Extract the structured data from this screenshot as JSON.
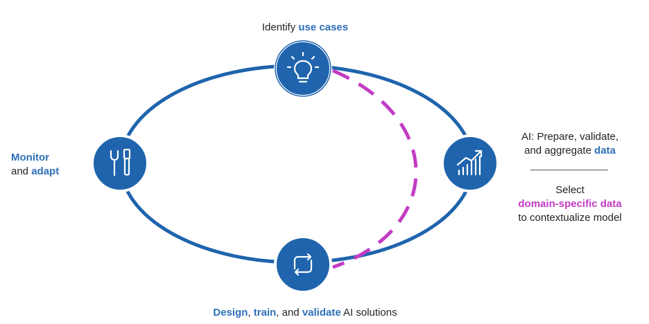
{
  "colors": {
    "accent": "#2e6fb7",
    "node_fill": "#1f64ad",
    "dashed": "#c23cc4",
    "text": "#222222"
  },
  "nodes": {
    "top": {
      "icon": "lightbulb-icon"
    },
    "left": {
      "icon": "tools-icon"
    },
    "right": {
      "icon": "chart-growth-icon"
    },
    "bottom": {
      "icon": "refresh-cycle-icon"
    }
  },
  "labels": {
    "top": {
      "prefix": "Identify ",
      "highlight": "use cases"
    },
    "left": {
      "line1_highlight": "Monitor",
      "line2_prefix": "and ",
      "line2_highlight": "adapt"
    },
    "right_upper": {
      "line1": "AI: Prepare, validate,",
      "line2_prefix": "and aggregate ",
      "line2_highlight": "data"
    },
    "right_lower": {
      "line1": "Select",
      "line2_highlight": "domain-specific data",
      "line3": "to contextualize model"
    },
    "bottom": {
      "part1_highlight": "Design",
      "part2": ", ",
      "part3_highlight": "train",
      "part4": ", and ",
      "part5_highlight": "validate",
      "part6": " AI solutions"
    }
  }
}
